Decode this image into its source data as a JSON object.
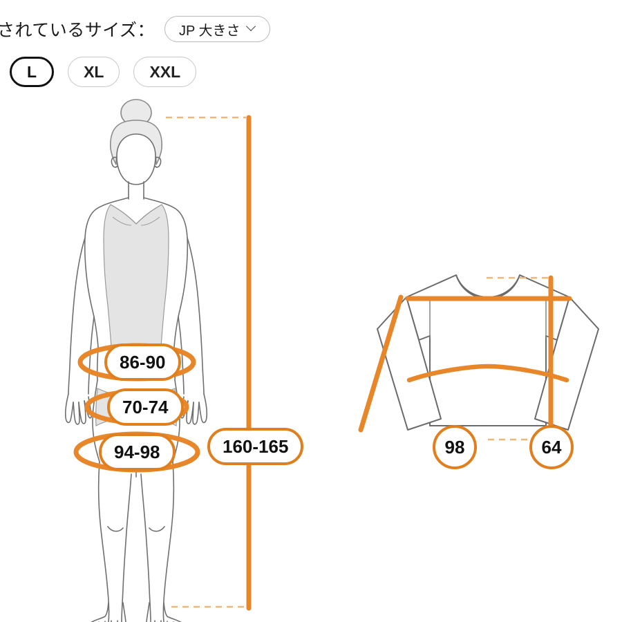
{
  "header": {
    "label": "されているサイズ：",
    "region_select": {
      "value": "JP 大きさ",
      "chevron_icon": "chevron-down-icon"
    }
  },
  "size_options": [
    {
      "label": "",
      "selected": false,
      "truncated": true
    },
    {
      "label": "L",
      "selected": true,
      "truncated": false
    },
    {
      "label": "XL",
      "selected": false,
      "truncated": false
    },
    {
      "label": "XXL",
      "selected": false,
      "truncated": false
    }
  ],
  "colors": {
    "accent_orange": "#E07F1E",
    "measure_line": "#E8862A",
    "dashed_line": "#E9B87A",
    "body_outline": "#6f6f6f",
    "garment_outline": "#6a6a6a",
    "garment_fill": "#ffffff",
    "leotard_fill": "#e4e4e4",
    "pill_border": "#c6c6c6",
    "selected_border": "#111111"
  },
  "body_measurements": {
    "bust": "86-90",
    "waist": "70-74",
    "hip": "94-98",
    "height": "160-165"
  },
  "garment_measurements": {
    "chest": "98",
    "length": "64"
  },
  "figure": {
    "body_label": "female-body-silhouette",
    "garment_label": "long-sleeve-top-flat-sketch"
  }
}
